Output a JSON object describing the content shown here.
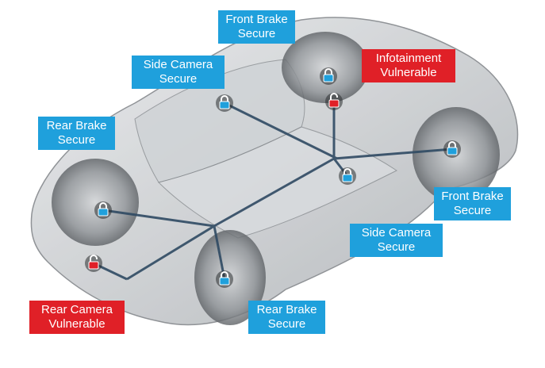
{
  "colors": {
    "secure": "#1fa0dc",
    "vulnerable": "#e02027",
    "bus": "#2f4a63",
    "car_body": "#bfc3c7"
  },
  "components": [
    {
      "id": "front-brake-top",
      "name": "Front Brake",
      "status": "Secure",
      "icon": "lock-closed-icon"
    },
    {
      "id": "infotainment",
      "name": "Infotainment",
      "status": "Vulnerable",
      "icon": "lock-open-icon"
    },
    {
      "id": "side-camera-left",
      "name": "Side Camera",
      "status": "Secure",
      "icon": "lock-closed-icon"
    },
    {
      "id": "rear-brake-left",
      "name": "Rear Brake",
      "status": "Secure",
      "icon": "lock-closed-icon"
    },
    {
      "id": "front-brake-right",
      "name": "Front Brake",
      "status": "Secure",
      "icon": "lock-closed-icon"
    },
    {
      "id": "side-camera-right",
      "name": "Side Camera",
      "status": "Secure",
      "icon": "lock-closed-icon"
    },
    {
      "id": "rear-camera",
      "name": "Rear Camera",
      "status": "Vulnerable",
      "icon": "lock-open-icon"
    },
    {
      "id": "rear-brake-bottom",
      "name": "Rear Brake",
      "status": "Secure",
      "icon": "lock-closed-icon"
    }
  ]
}
